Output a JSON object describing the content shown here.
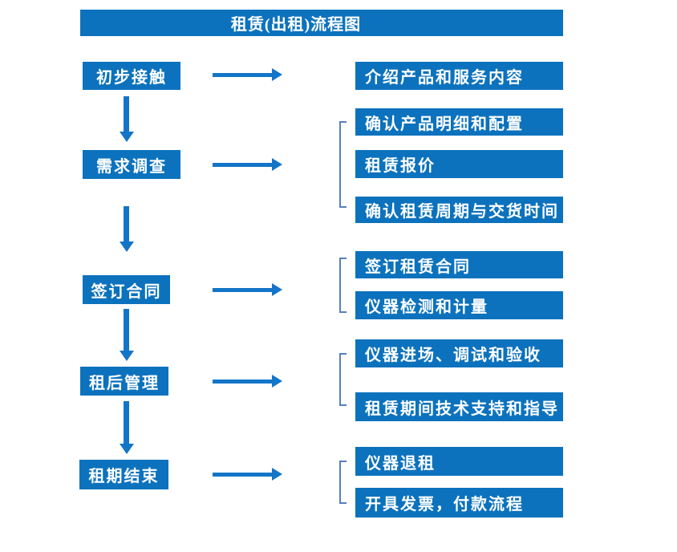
{
  "title": "租赁(出租)流程图",
  "colors": {
    "primary_blue": "#0C72BD",
    "arrow_blue": "#1375C8",
    "bracket_blue": "#567FBE",
    "text_white": "#FFFFFF"
  },
  "stages": [
    {
      "label": "初步接触",
      "outputs": [
        "介绍产品和服务内容"
      ]
    },
    {
      "label": "需求调查",
      "outputs": [
        "确认产品明细和配置",
        "租赁报价",
        "确认租赁周期与交货时间"
      ]
    },
    {
      "label": "签订合同",
      "outputs": [
        "签订租赁合同",
        "仪器检测和计量"
      ]
    },
    {
      "label": "租后管理",
      "outputs": [
        "仪器进场、调试和验收",
        "租赁期间技术支持和指导"
      ]
    },
    {
      "label": "租期结束",
      "outputs": [
        "仪器退租",
        "开具发票，付款流程"
      ]
    }
  ]
}
